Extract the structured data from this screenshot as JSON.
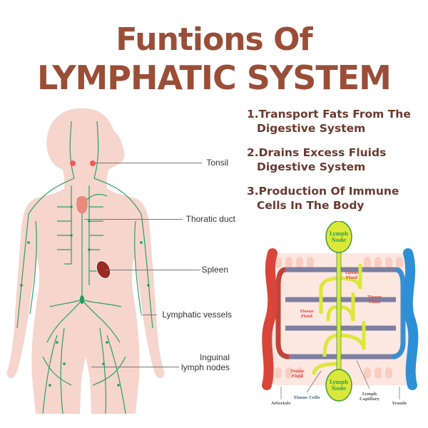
{
  "title": {
    "line1": "Funtions Of",
    "line2": "LYMPHATIC SYSTEM"
  },
  "functions": [
    {
      "line1": "1.Transport Fats From The",
      "line2": "Digestive System"
    },
    {
      "line1": "2.Drains Excess Fluids",
      "line2": "Digestive System"
    },
    {
      "line1": "3.Production Of Immune",
      "line2": "Cells In The Body"
    }
  ],
  "body_labels": {
    "tonsil": "Tonsil",
    "thoracic_duct": "Thoratic duct",
    "spleen": "Spleen",
    "lymphatic_vessels": "Lymphatic vessels",
    "inguinal_line1": "Inguinal",
    "inguinal_line2": "lymph nodes"
  },
  "capillary_diagram": {
    "lymph_node_top": {
      "line1": "Lymph",
      "line2": "Node"
    },
    "lymph_node_bottom": {
      "line1": "Lymph",
      "line2": "Node"
    },
    "tissue_fluid": {
      "line1": "Tissue",
      "line2": "Fluid"
    },
    "tissue_cells": "Tissue Cells",
    "arteriole": "Arteriole",
    "venule": "Venule",
    "lymph_capillary": {
      "line1": "Lymph",
      "line2": "Capillary"
    }
  },
  "colors": {
    "title": "#9a4e38",
    "text": "#6b3a2e",
    "skin": "#f5d5cc",
    "lymph_green": "#2e9e6a",
    "tonsil_red": "#f25a5a",
    "thymus": "#e88a7c",
    "spleen": "#9b2a22",
    "arteriole": "#d9453a",
    "venule": "#2d8fd6",
    "lymph_yellow": "#dbe83a"
  }
}
